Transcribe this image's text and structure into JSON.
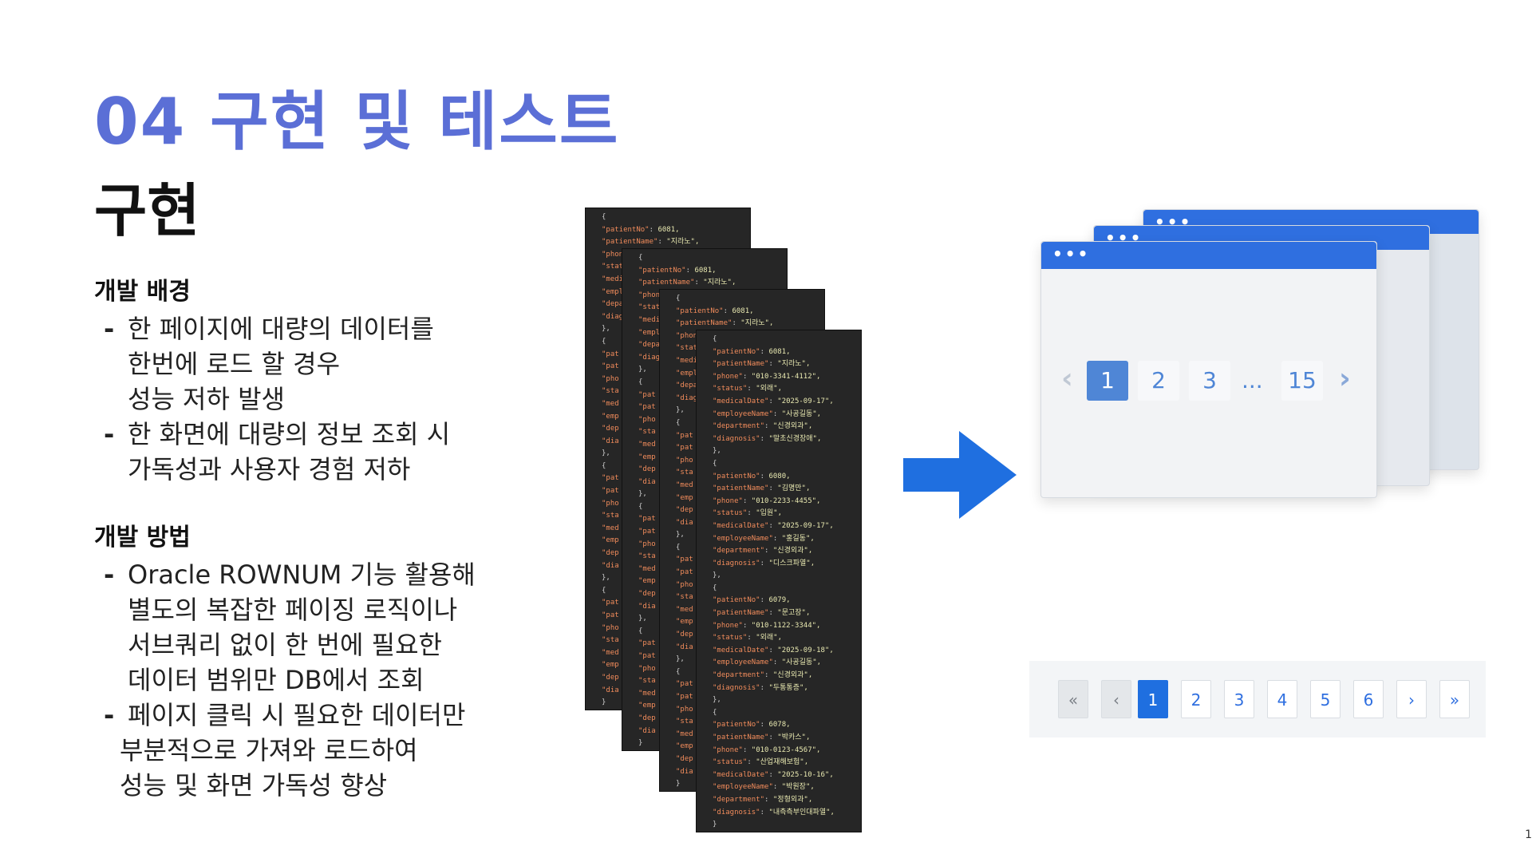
{
  "slide": {
    "title": "04 구현 및 테스트",
    "subtitle": "구현",
    "page_number": "1"
  },
  "sections": [
    {
      "heading": "개발 배경",
      "bullets": [
        {
          "lines": [
            "한 페이지에  대량의 데이터를",
            "한번에 로드 할 경우",
            "성능 저하 발생"
          ]
        },
        {
          "lines": [
            "한 화면에 대량의 정보 조회 시",
            "가독성과 사용자 경험 저하"
          ]
        }
      ]
    },
    {
      "heading": "개발 방법",
      "bullets": [
        {
          "lines": [
            "Oracle ROWNUM 기능 활용해",
            "별도의 복잡한 페이징 로직이나",
            "서브쿼리 없이 한 번에 필요한",
            "데이터 범위만 DB에서 조회"
          ]
        },
        {
          "lines": [
            "페이지 클릭 시 필요한 데이터만",
            "부분적으로 가져와 로드하여",
            "성능 및 화면 가독성 향상"
          ]
        }
      ]
    }
  ],
  "json_records": [
    {
      "patientNo": "6081",
      "patientName": "\"지라노\"",
      "phone": "\"010-3341-4112\"",
      "status": "\"외래\"",
      "medicalDate": "\"2025-09-17\"",
      "employeeName": "\"사공길동\"",
      "department": "\"신경외과\"",
      "diagnosis": "\"말초신경장애\""
    },
    {
      "patientNo": "6080",
      "patientName": "\"김명만\"",
      "phone": "\"010-2233-4455\"",
      "status": "\"입원\"",
      "medicalDate": "\"2025-09-17\"",
      "employeeName": "\"홍길동\"",
      "department": "\"신경외과\"",
      "diagnosis": "\"디스크파열\""
    },
    {
      "patientNo": "6079",
      "patientName": "\"문고장\"",
      "phone": "\"010-1122-3344\"",
      "status": "\"외래\"",
      "medicalDate": "\"2025-09-18\"",
      "employeeName": "\"사공길동\"",
      "department": "\"신경외과\"",
      "diagnosis": "\"두통통증\""
    },
    {
      "patientNo": "6078",
      "patientName": "\"박카스\"",
      "phone": "\"010-0123-4567\"",
      "status": "\"산업재해보험\"",
      "medicalDate": "\"2025-10-16\"",
      "employeeName": "\"박원장\"",
      "department": "\"정형외과\"",
      "diagnosis": "\"내측측부인대파열\""
    }
  ],
  "json_keys_short": [
    "\"pat",
    "\"pat",
    "\"pho",
    "\"sta",
    "\"med",
    "\"emp",
    "\"dep",
    "\"dia"
  ],
  "pager_window": {
    "prev": "‹",
    "pages": [
      "1",
      "2",
      "3"
    ],
    "ellipsis": "...",
    "last": "15",
    "next": "›",
    "active": "1"
  },
  "pager_bar": {
    "first": "«",
    "prev": "‹",
    "pages": [
      "1",
      "2",
      "3",
      "4",
      "5",
      "6"
    ],
    "next": "›",
    "last": "»",
    "active": "1"
  },
  "colors": {
    "title": "#5b6fd6",
    "accent_blue": "#2f6fe0",
    "code_bg": "#262626"
  },
  "icons": [
    "arrow-right-icon",
    "window-dots-icon"
  ]
}
